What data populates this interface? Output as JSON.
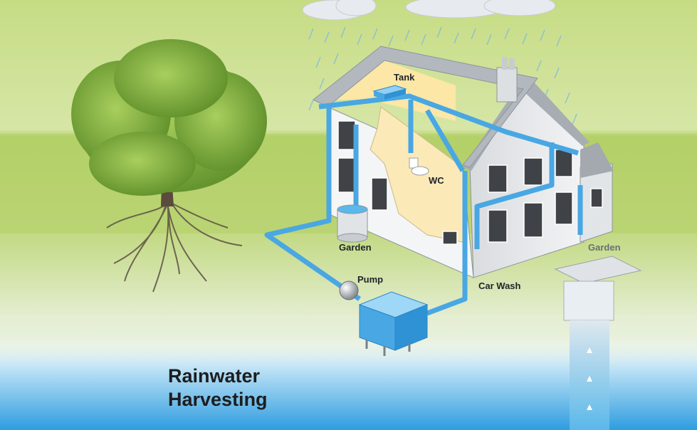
{
  "title": {
    "line1": "Rainwater",
    "line2": "Harvesting"
  },
  "labels": {
    "tank": "Tank",
    "wc": "WC",
    "garden_left": "Garden",
    "garden_right": "Garden",
    "pump": "Pump",
    "car_wash": "Car Wash"
  },
  "colors": {
    "sky_top": "#c9dd8a",
    "grass": "#a9c95a",
    "water": "#5ab8ea",
    "pipe": "#49a7e3",
    "pipe_edge": "#2b86c6",
    "tree_leaf": "#7fae3a",
    "house_wall": "#e8eaec",
    "roof": "#9aa0a6",
    "interior": "#fbe9b8"
  }
}
